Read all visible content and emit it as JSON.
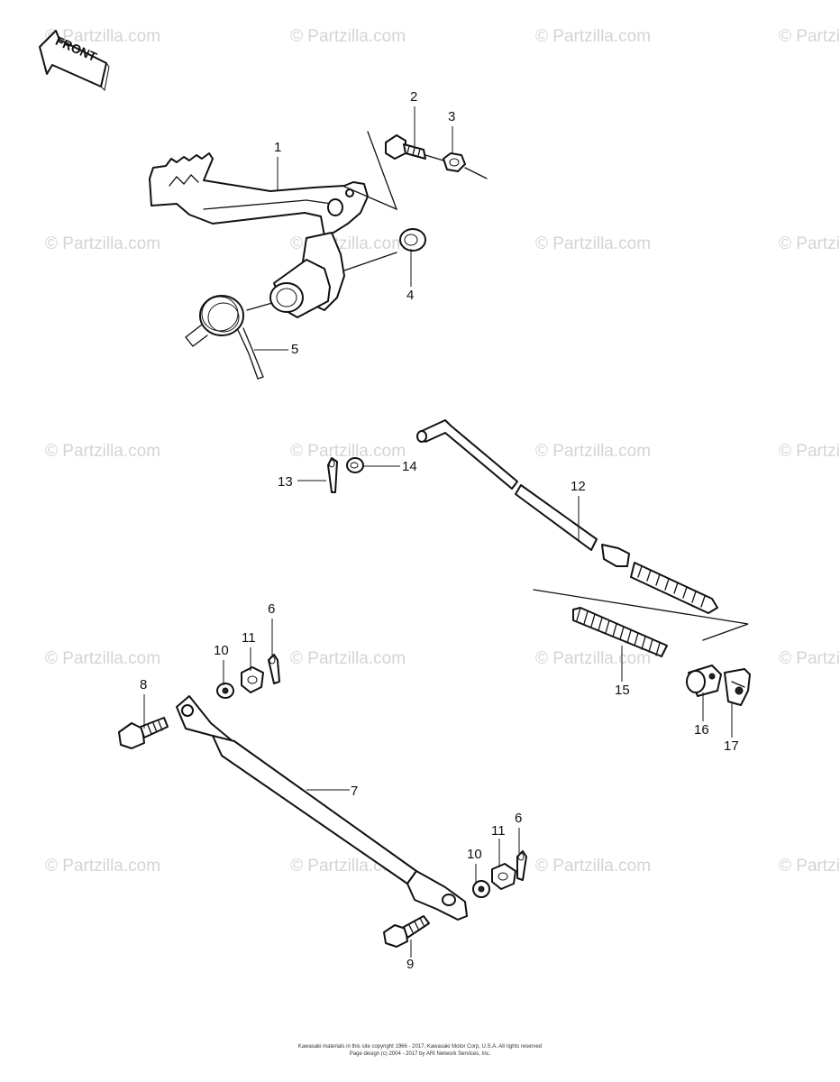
{
  "front_label": "FRONT",
  "watermark_text": "© Partzilla.com",
  "callouts": {
    "c1": "1",
    "c2": "2",
    "c3": "3",
    "c4": "4",
    "c5": "5",
    "c6a": "6",
    "c6b": "6",
    "c7": "7",
    "c8": "8",
    "c9": "9",
    "c10a": "10",
    "c10b": "10",
    "c11a": "11",
    "c11b": "11",
    "c12": "12",
    "c13": "13",
    "c14": "14",
    "c15": "15",
    "c16": "16",
    "c17": "17"
  },
  "copyright": {
    "line1": "Kawasaki materials in this site copyright 1966 - 2017, Kawasaki Motor Corp, U.S.A.  All rights reserved",
    "line2": "Page design (c) 2004 - 2017 by ARI Network Services, Inc."
  }
}
